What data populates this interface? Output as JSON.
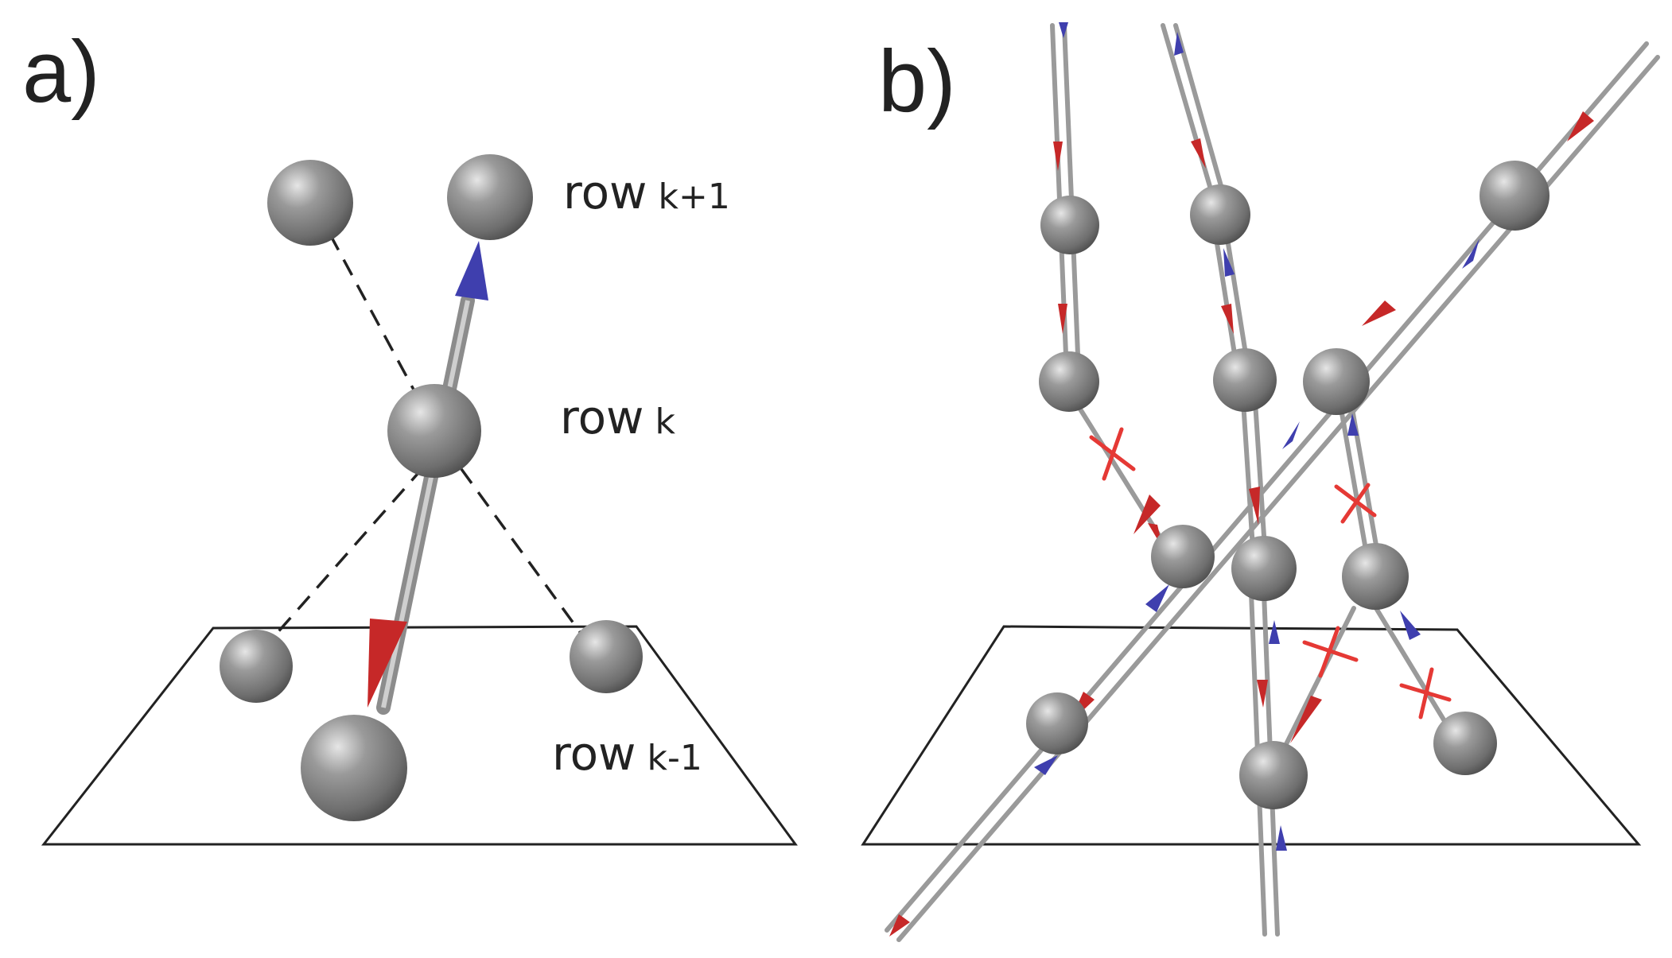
{
  "panels": [
    {
      "label": "a)"
    },
    {
      "label": "b)"
    }
  ],
  "row_labels": {
    "upper": {
      "word": "row",
      "index": "k+1"
    },
    "middle": {
      "word": "row",
      "index": "k"
    },
    "lower": {
      "word": "row",
      "index": "k-1"
    }
  },
  "colors": {
    "sphere_base": "#7a7a7a",
    "rod": "#a8a8a8",
    "arrow_red": "#c62828",
    "arrow_blue": "#3f3fae",
    "cross": "#e53935",
    "plane_line": "#222222",
    "dash": "#222222"
  }
}
